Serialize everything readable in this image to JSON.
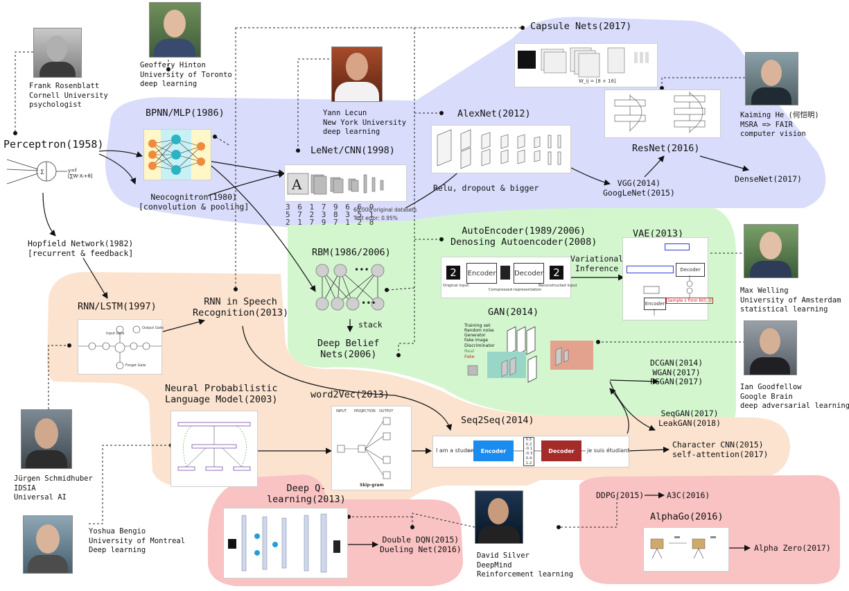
{
  "colors": {
    "blue_region": "#d9dcfb",
    "green_region": "#d3f6cf",
    "orange_region": "#fbe3cf",
    "pink_region": "#f9c2c3"
  },
  "people": {
    "rosenblatt": {
      "name": "Frank Rosenblatt",
      "line2": "Cornell University",
      "line3": "psychologist"
    },
    "hinton": {
      "name": "Geoffery Hinton",
      "line2": "University of Toronto",
      "line3": "deep learning"
    },
    "lecun": {
      "name": "Yann Lecun",
      "line2": "New York University",
      "line3": "deep learning"
    },
    "he": {
      "name": "Kaiming He (何恺明)",
      "line2": "MSRA => FAIR",
      "line3": "computer vision"
    },
    "welling": {
      "name": "Max Welling",
      "line2": "University of Amsterdam",
      "line3": "statistical learning"
    },
    "goodfellow": {
      "name": "Ian Goodfellow",
      "line2": "Google Brain",
      "line3": "deep adversarial learning"
    },
    "schmidhuber": {
      "name": "Jürgen Schmidhuber",
      "line2": "IDSIA",
      "line3": "Universal AI"
    },
    "bengio": {
      "name": "Yoshua Bengio",
      "line2": "University of Montreal",
      "line3": "Deep learning"
    },
    "silver": {
      "name": "David Silver",
      "line2": "DeepMind",
      "line3": "Reinforcement learning"
    }
  },
  "nodes": {
    "perceptron": "Perceptron(1958)",
    "bpnn": "BPNN/MLP(1986)",
    "neocognitron": "Neocognitron(1980)",
    "neocognitron_sub": "[convolution & pooling]",
    "hopfield": "Hopfield Network(1982)",
    "hopfield_sub": "[recurrent & feedback]",
    "lenet": "LeNet/CNN(1998)",
    "alexnet": "AlexNet(2012)",
    "alexnet_note": "Relu,  dropout & bigger",
    "capsule": "Capsule Nets(2017)",
    "resnet": "ResNet(2016)",
    "vgg": "VGG(2014)",
    "googlenet": "GoogLeNet(2015)",
    "densenet": "DenseNet(2017)",
    "rbm": "RBM(1986/2006)",
    "stack": "stack",
    "dbn1": "Deep Belief",
    "dbn2": "Nets(2006)",
    "autoencoder1": "AutoEncoder(1989/2006)",
    "autoencoder2": "Denosing Autoencoder(2008)",
    "vae": "VAE(2013)",
    "variational1": "Variational",
    "variational2": "Inference",
    "gan": "GAN(2014)",
    "dcgan": "DCGAN(2014)",
    "wgan": "WGAN(2017)",
    "pggan": "PGGAN(2017)",
    "seqgan": "SeqGAN(2017)",
    "leakgan": "LeakGAN(2018)",
    "rnnlstm": "RNN/LSTM(1997)",
    "rnnspeech1": "RNN in Speech",
    "rnnspeech2": "Recognition(2013)",
    "nplm1": "Neural Probabilistic",
    "nplm2": "Language Model(2003)",
    "word2vec": "word2Vec(2013)",
    "seq2seq": "Seq2Seq(2014)",
    "charcnn": "Character CNN(2015)",
    "selfatt": "self-attention(2017)",
    "dqn1": "Deep Q-",
    "dqn2": "learning(2013)",
    "doubledqn": "Double DQN(2015)",
    "dueling": "Dueling Net(2016)",
    "ddpg": "DDPG(2015)",
    "a3c": "A3C(2016)",
    "alphago": "AlphaGo(2016)",
    "alphazero": "Alpha Zero(2017)"
  },
  "figures": {
    "lenet_digits_count": "60,000 original datasets",
    "lenet_test_error": "Test error: 0.95%",
    "ae_encoder": "Encoder",
    "ae_decoder": "Decoder",
    "ae_original": "Original input",
    "ae_compressed": "Compressed representation",
    "ae_reconstructed": "Reconstructed input",
    "gan_training_set": "Training set",
    "gan_random_noise": "Random noise",
    "gan_generator": "Generator",
    "gan_fake_image": "Fake image",
    "gan_discriminator": "Discriminator",
    "gan_real": "Real",
    "gan_fake": "Fake",
    "s2s_input": "I am a student",
    "s2s_encoder": "Encoder",
    "s2s_decoder": "Decoder",
    "s2s_output": "je suis étudiant",
    "s2s_vector": [
      "0.5",
      "0.2",
      "-0.1",
      "-0.3",
      "0.4",
      "1.2"
    ],
    "w2v_input": "INPUT",
    "w2v_projection": "PROJECTION",
    "w2v_output": "OUTPUT",
    "w2v_skipgram": "Skip-gram",
    "perceptron_formula": "y=f [∑W·Xᵢ+θ]",
    "capsule_formula": "W_ij = [8 × 16]",
    "vae_sample": "Sample z from N(0, I)",
    "vae_encoder": "Encoder",
    "vae_decoder": "Decoder",
    "lstm_input_gate": "Input Gate",
    "lstm_output_gate": "Output Gate",
    "lstm_forget_gate": "Forget Gate"
  }
}
